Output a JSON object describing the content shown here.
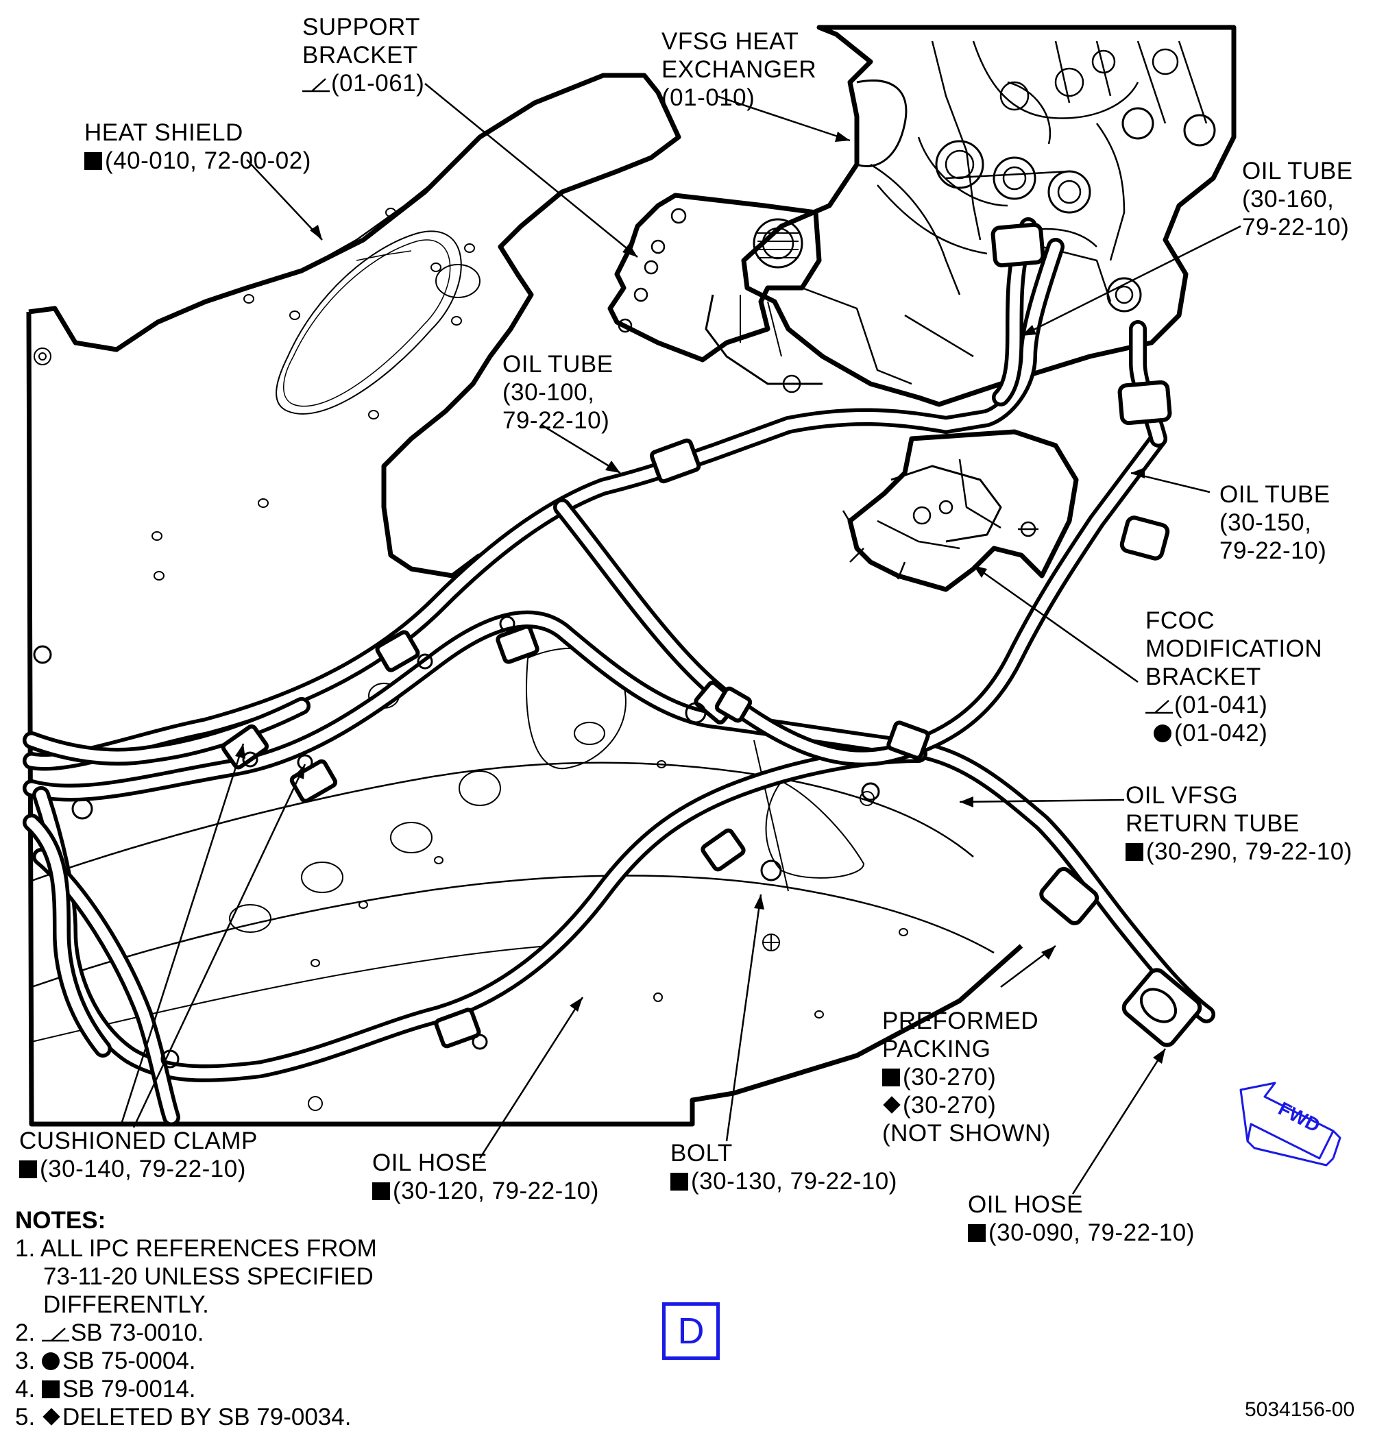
{
  "labels": {
    "support_bracket": {
      "line1": "SUPPORT",
      "line2": "BRACKET",
      "ref": "(01-061)"
    },
    "vfsg_heat_exchanger": {
      "line1": "VFSG HEAT",
      "line2": "EXCHANGER",
      "ref": "(01-010)"
    },
    "heat_shield": {
      "line1": "HEAT SHIELD",
      "ref": "(40-010, 72-00-02)"
    },
    "oil_tube_160": {
      "line1": "OIL TUBE",
      "line2": "(30-160,",
      "line3": "79-22-10)"
    },
    "oil_tube_100": {
      "line1": "OIL TUBE",
      "line2": "(30-100,",
      "line3": "79-22-10)"
    },
    "oil_tube_150": {
      "line1": "OIL TUBE",
      "line2": "(30-150,",
      "line3": "79-22-10)"
    },
    "fcoc_bracket": {
      "line1": "FCOC",
      "line2": "MODIFICATION",
      "line3": "BRACKET",
      "ref1": "(01-041)",
      "ref2": "(01-042)"
    },
    "oil_vfsg_return_tube": {
      "line1": "OIL VFSG",
      "line2": "RETURN TUBE",
      "ref": "(30-290, 79-22-10)"
    },
    "preformed_packing": {
      "line1": "PREFORMED",
      "line2": "PACKING",
      "ref1": "(30-270)",
      "ref2": "(30-270)",
      "line5": "(NOT SHOWN)"
    },
    "cushioned_clamp": {
      "line1": "CUSHIONED CLAMP",
      "ref": "(30-140, 79-22-10)"
    },
    "oil_hose_120": {
      "line1": "OIL HOSE",
      "ref": "(30-120, 79-22-10)"
    },
    "bolt": {
      "line1": "BOLT",
      "ref": "(30-130, 79-22-10)"
    },
    "oil_hose_090": {
      "line1": "OIL HOSE",
      "ref": "(30-090, 79-22-10)"
    }
  },
  "notes": {
    "heading": "NOTES:",
    "n1_num": "1.",
    "n1_a": "ALL IPC REFERENCES FROM",
    "n1_b": "73-11-20 UNLESS SPECIFIED",
    "n1_c": "DIFFERENTLY.",
    "n2_num": "2.",
    "n2_text": "SB 73-0010.",
    "n3_num": "3.",
    "n3_text": "SB 75-0004.",
    "n4_num": "4.",
    "n4_text": "SB 79-0014.",
    "n5_num": "5.",
    "n5_text": "DELETED BY SB 79-0034."
  },
  "view_letter": "D",
  "fwd_label": "FWD",
  "doc_number": "5034156-00",
  "colors": {
    "ink": "#000000",
    "accent_blue": "#1a1ae6",
    "background": "#ffffff"
  },
  "icons": {
    "square": "sb-79-0014-square-icon",
    "circle": "sb-75-0004-circle-icon",
    "flag": "sb-73-0010-flag-icon",
    "diamond": "sb-79-0034-diamond-icon"
  }
}
